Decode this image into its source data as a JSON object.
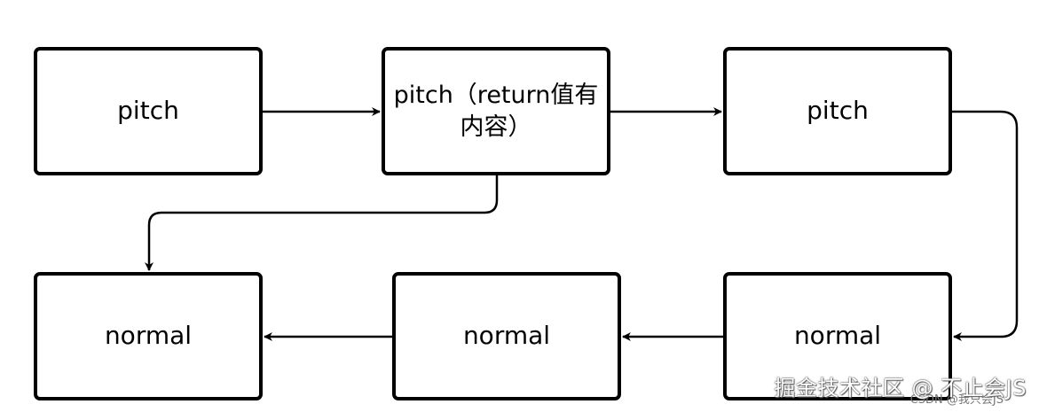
{
  "nodes": {
    "pitch_1": "pitch",
    "pitch_2": "pitch（return值有\n内容）",
    "pitch_3": "pitch",
    "normal_1": "normal",
    "normal_2": "normal",
    "normal_3": "normal"
  },
  "colors": {
    "stroke": "#000000",
    "background": "#ffffff"
  },
  "watermark": {
    "main": "掘金技术社区 @ 不止会JS",
    "small": "CSDN @我只会JS"
  }
}
